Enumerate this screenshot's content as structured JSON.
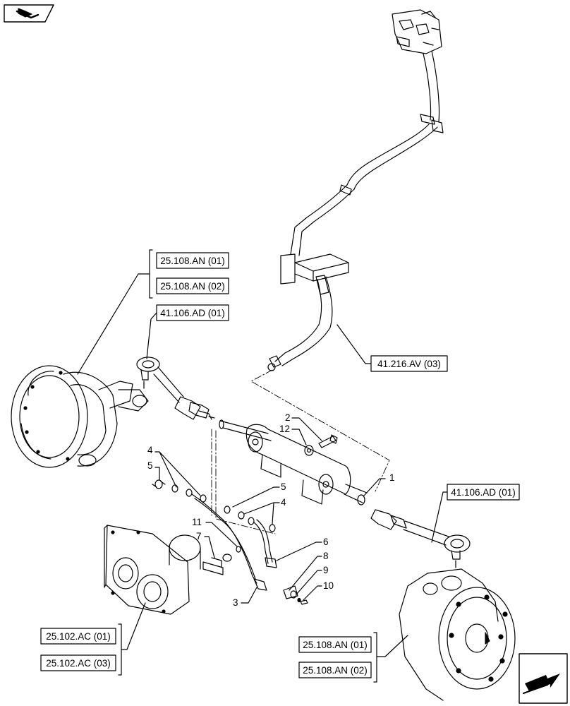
{
  "header": {
    "icon": "catalog-book-icon"
  },
  "footer": {
    "icon": "next-page-arrow-icon"
  },
  "references": {
    "top_left_group": [
      "25.108.AN (01)",
      "25.108.AN (02)"
    ],
    "tie_rod_left": "41.106.AD (01)",
    "hose_assembly": "41.216.AV (03)",
    "tie_rod_right": "41.106.AD (01)",
    "final_drive_group": [
      "25.102.AC (01)",
      "25.102.AC (03)"
    ],
    "bottom_right_group": [
      "25.108.AN (01)",
      "25.108.AN (02)"
    ]
  },
  "callouts": {
    "c1": "1",
    "c2": "2",
    "c12": "12",
    "c4a": "4",
    "c5a": "5",
    "c5b": "5",
    "c4b": "4",
    "c11": "11",
    "c7": "7",
    "c6": "6",
    "c8": "8",
    "c9": "9",
    "c10": "10",
    "c3": "3"
  }
}
